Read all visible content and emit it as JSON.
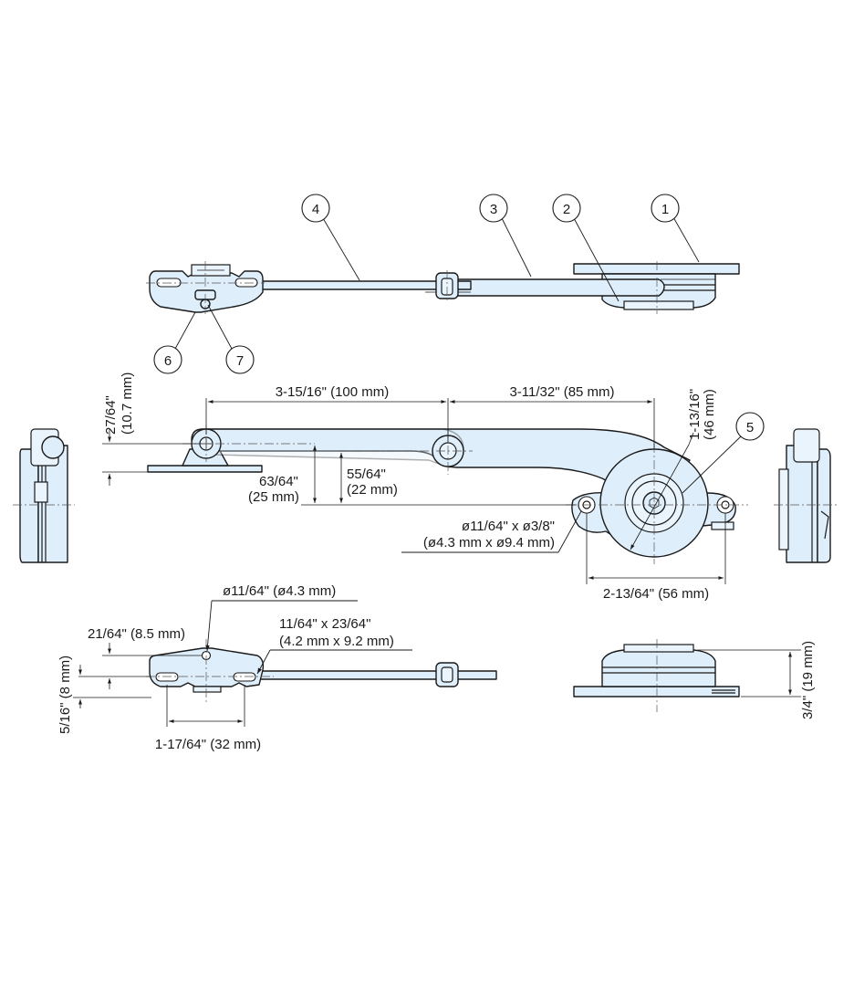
{
  "callouts": [
    "1",
    "2",
    "3",
    "4",
    "5",
    "6",
    "7"
  ],
  "dimensions": {
    "len_a": "3-15/16\" (100 mm)",
    "len_b": "3-11/32\" (85 mm)",
    "h_offset_in": "27/64\"",
    "h_offset_mm": "(10.7 mm)",
    "drop_a_in": "63/64\"",
    "drop_a_mm": "(25 mm)",
    "drop_b_in": "55/64\"",
    "drop_b_mm": "(22 mm)",
    "boss_dia_in": "1-13/16\"",
    "boss_dia_mm": "(46 mm)",
    "countersink_in": "ø11/64\" x ø3/8\"",
    "countersink_mm": "(ø4.3 mm x ø9.4 mm)",
    "mount_pitch": "2-13/64\" (56 mm)",
    "pivot_hole": "ø11/64\" (ø4.3 mm)",
    "slot_in": "11/64\" x 23/64\"",
    "slot_mm": "(4.2 mm x 9.2 mm)",
    "bracket_offset": "21/64\" (8.5 mm)",
    "bracket_height": "5/16\" (8 mm)",
    "slot_pitch": "1-17/64\" (32 mm)",
    "body_height": "3/4\" (19 mm)"
  },
  "colors": {
    "part_fill": "#dfeefb",
    "line": "#1a1a1a"
  }
}
